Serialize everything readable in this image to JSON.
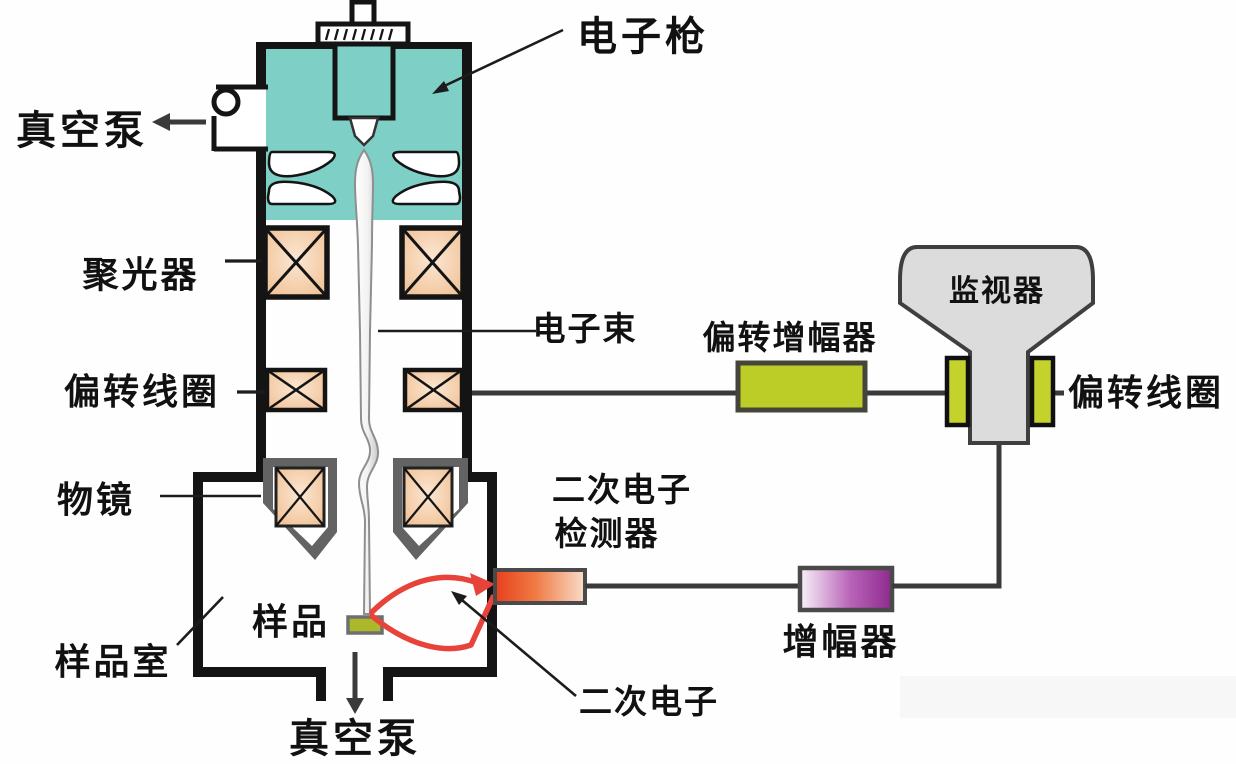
{
  "diagram": {
    "subject": "scanning-electron-microscope-schematic",
    "labels": {
      "electron_gun": "电子枪",
      "vacuum_pump_top": "真空泵",
      "condenser_lens": "聚光器",
      "electron_beam": "电子束",
      "deflection_coil_left": "偏转线圈",
      "objective_lens": "物镜",
      "sample": "样品",
      "sample_chamber": "样品室",
      "vacuum_pump_bottom": "真空泵",
      "se_detector_line1": "二次电子",
      "se_detector_line2": "检测器",
      "secondary_electron": "二次电子",
      "amplifier": "增幅器",
      "deflection_amplifier": "偏转增幅器",
      "monitor": "监视器",
      "deflection_coil_right": "偏转线圈"
    },
    "colors": {
      "column_teal": "#7ecfc6",
      "coil_fill": "#f2c79c",
      "outline_black": "#141414",
      "objective_gray": "#636363",
      "crt_gray": "#dcdcdc",
      "signal_green": "#bccd28",
      "detector_orange": "#e84a1f",
      "amplifier_purple": "#8e2a8e",
      "sample_olive": "#acb82b",
      "trajectory_red": "#e8433b"
    }
  }
}
